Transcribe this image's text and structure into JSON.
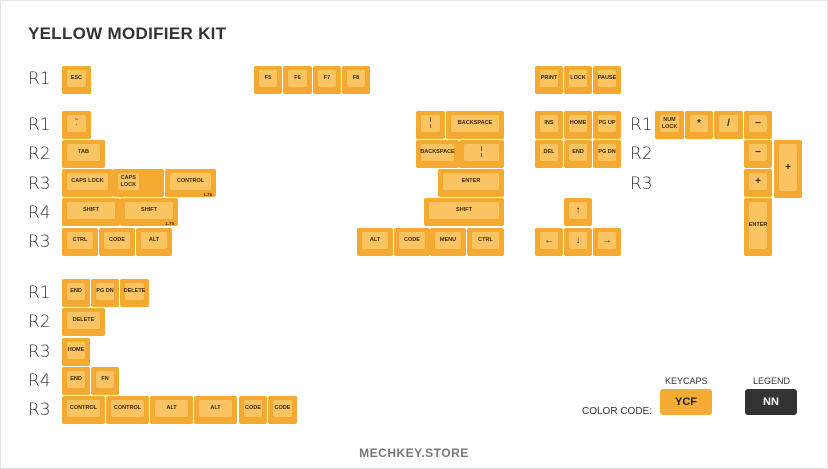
{
  "title": "YELLOW MODIFIER KIT",
  "row_labels": [
    "R1",
    "R1",
    "R2",
    "R3",
    "R4",
    "R3",
    "R1",
    "R2",
    "R3",
    "R1",
    "R2",
    "R3",
    "R4",
    "R3"
  ],
  "keys": [
    {
      "label": "ESC"
    },
    {
      "label": "F5"
    },
    {
      "label": "F6"
    },
    {
      "label": "F7"
    },
    {
      "label": "F8"
    },
    {
      "label": "PRINT"
    },
    {
      "label": "LOCK"
    },
    {
      "label": "PAUSE"
    },
    {
      "label": "~\n`"
    },
    {
      "label": "TAB"
    },
    {
      "label": "CAPS LOCK"
    },
    {
      "label": "CAPS\nLOCK"
    },
    {
      "label": "CONTROL",
      "size": "1.75"
    },
    {
      "label": "SHIFT"
    },
    {
      "label": "SHIFT",
      "size": "1.75"
    },
    {
      "label": "CTRL"
    },
    {
      "label": "CODE"
    },
    {
      "label": "ALT"
    },
    {
      "label": "|\n\\"
    },
    {
      "label": "BACKSPACE"
    },
    {
      "label": "BACKSPACE"
    },
    {
      "label": "|\n\\"
    },
    {
      "label": "ENTER"
    },
    {
      "label": "SHIFT"
    },
    {
      "label": "ALT"
    },
    {
      "label": "CODE"
    },
    {
      "label": "MENU"
    },
    {
      "label": "CTRL"
    },
    {
      "label": "INS"
    },
    {
      "label": "HOME"
    },
    {
      "label": "PG UP"
    },
    {
      "label": "DEL"
    },
    {
      "label": "END"
    },
    {
      "label": "PG DN"
    },
    {
      "label": "↑"
    },
    {
      "label": "←"
    },
    {
      "label": "↓"
    },
    {
      "label": "→"
    },
    {
      "label": "NUM\nLOCK"
    },
    {
      "label": "*"
    },
    {
      "label": "/"
    },
    {
      "label": "−"
    },
    {
      "label": "−"
    },
    {
      "label": "+"
    },
    {
      "label": "+"
    },
    {
      "label": "ENTER"
    },
    {
      "label": "END"
    },
    {
      "label": "PG DN"
    },
    {
      "label": "DELETE"
    },
    {
      "label": "DELETE"
    },
    {
      "label": "HOME"
    },
    {
      "label": "END"
    },
    {
      "label": "FN"
    },
    {
      "label": "CONTROL"
    },
    {
      "label": "CONTROL"
    },
    {
      "label": "ALT"
    },
    {
      "label": "ALT"
    },
    {
      "label": "CODE"
    },
    {
      "label": "CODE"
    }
  ],
  "color_code": {
    "label": "COLOR CODE:",
    "keycaps": {
      "heading": "KEYCAPS",
      "code": "YCF",
      "color": "#f6ab35"
    },
    "legend": {
      "heading": "LEGEND",
      "code": "NN",
      "color": "#333333"
    }
  },
  "footer": "MECHKEY.STORE"
}
